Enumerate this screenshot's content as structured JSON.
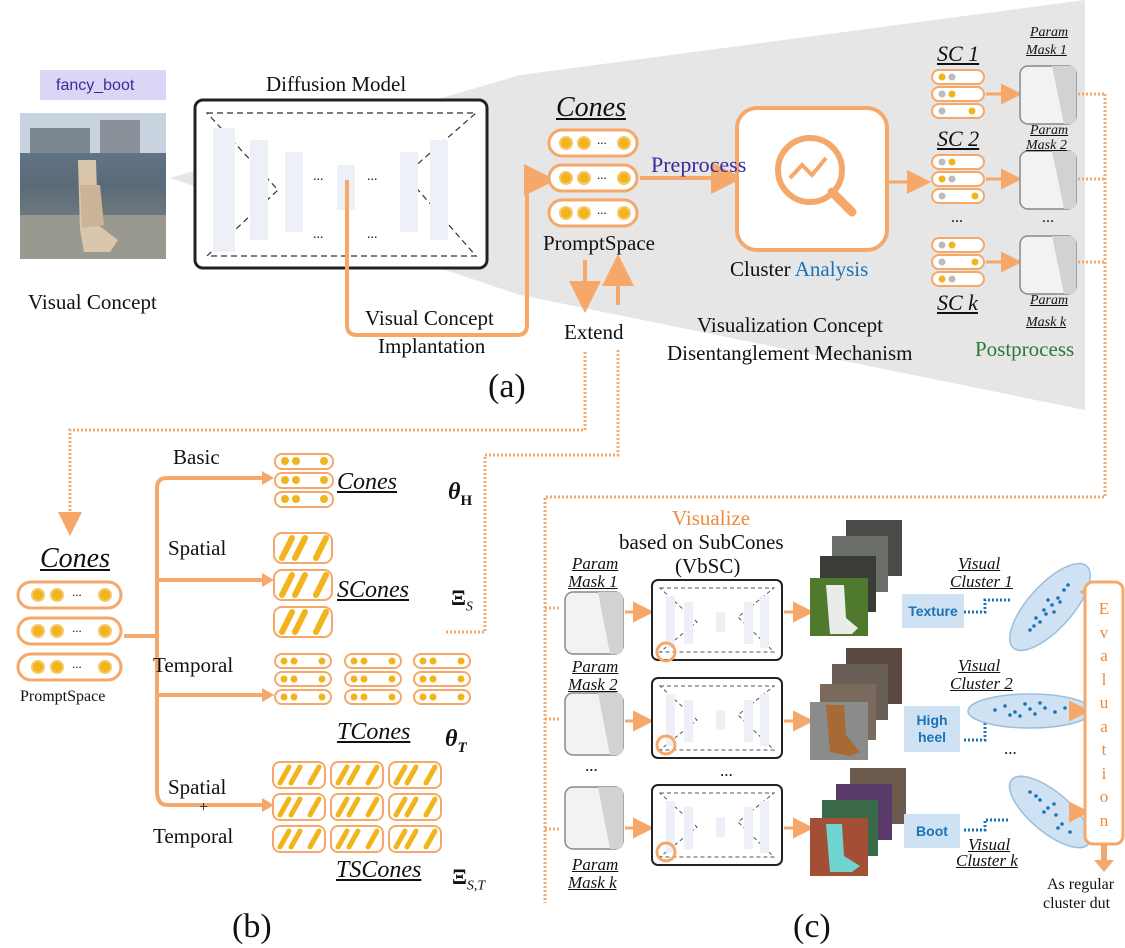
{
  "colors": {
    "orange": "#f5a86a",
    "orange_dark": "#f08a3a",
    "gold": "#f2b41c",
    "blue": "#1a72b8",
    "purple": "#3a2a9a",
    "green": "#2a7a3a",
    "gray_panel": "#d9d9d9",
    "tag_bg": "#ddd5f5"
  },
  "a": {
    "concept_tag": "fancy_boot",
    "visual_concept": "Visual Concept",
    "diffusion_model": "Diffusion Model",
    "dots": "...",
    "implant_1": "Visual Concept",
    "implant_2": "Implantation",
    "cones": "Cones",
    "prompt_space": "PromptSpace",
    "extend": "Extend",
    "preprocess": "Preprocess",
    "cluster_1": "Cluster ",
    "cluster_2": "Analysis",
    "vcd_1": "Visualization Concept",
    "vcd_2": "Disentanglement Mechanism",
    "postprocess": "Postprocess",
    "sc1": "SC 1",
    "sc2": "SC 2",
    "sck": "SC k",
    "param": "Param",
    "mask1": "Mask 1",
    "mask2": "Mask 2",
    "maskk": "Mask k",
    "label": "(a)"
  },
  "b": {
    "cones": "Cones",
    "prompt_space": "PromptSpace",
    "basic": "Basic",
    "spatial": "Spatial",
    "temporal": "Temporal",
    "spatial2": "Spatial",
    "plus": "+",
    "temporal2": "Temporal",
    "cones_out": "Cones",
    "scones": "SCones",
    "tcones": "TCones",
    "tscones": "TSCones",
    "theta_h": "θ",
    "theta_h_sub": "H",
    "xi_s": "Ξ",
    "xi_s_sub": "S",
    "theta_t": "θ",
    "theta_t_sub": "T",
    "xi_st": "Ξ",
    "xi_st_sub": "S,T",
    "label": "(b)"
  },
  "c": {
    "visualize": "Visualize",
    "based_on": "based on SubCones",
    "vbsc": "(VbSC)",
    "param": "Param",
    "mask1": "Mask 1",
    "mask2": "Mask 2",
    "maskk": "Mask k",
    "dots": "...",
    "texture": "Texture",
    "high": "High",
    "heel": "heel",
    "boot": "Boot",
    "visual": "Visual",
    "cluster1": "Cluster 1",
    "cluster2": "Cluster 2",
    "clusterk": "Cluster k",
    "evaluation": [
      "E",
      "v",
      "a",
      "l",
      "u",
      "a",
      "t",
      "i",
      "o",
      "n"
    ],
    "regular_1": "As regular",
    "regular_2": "cluster dut",
    "label": "(c)"
  }
}
